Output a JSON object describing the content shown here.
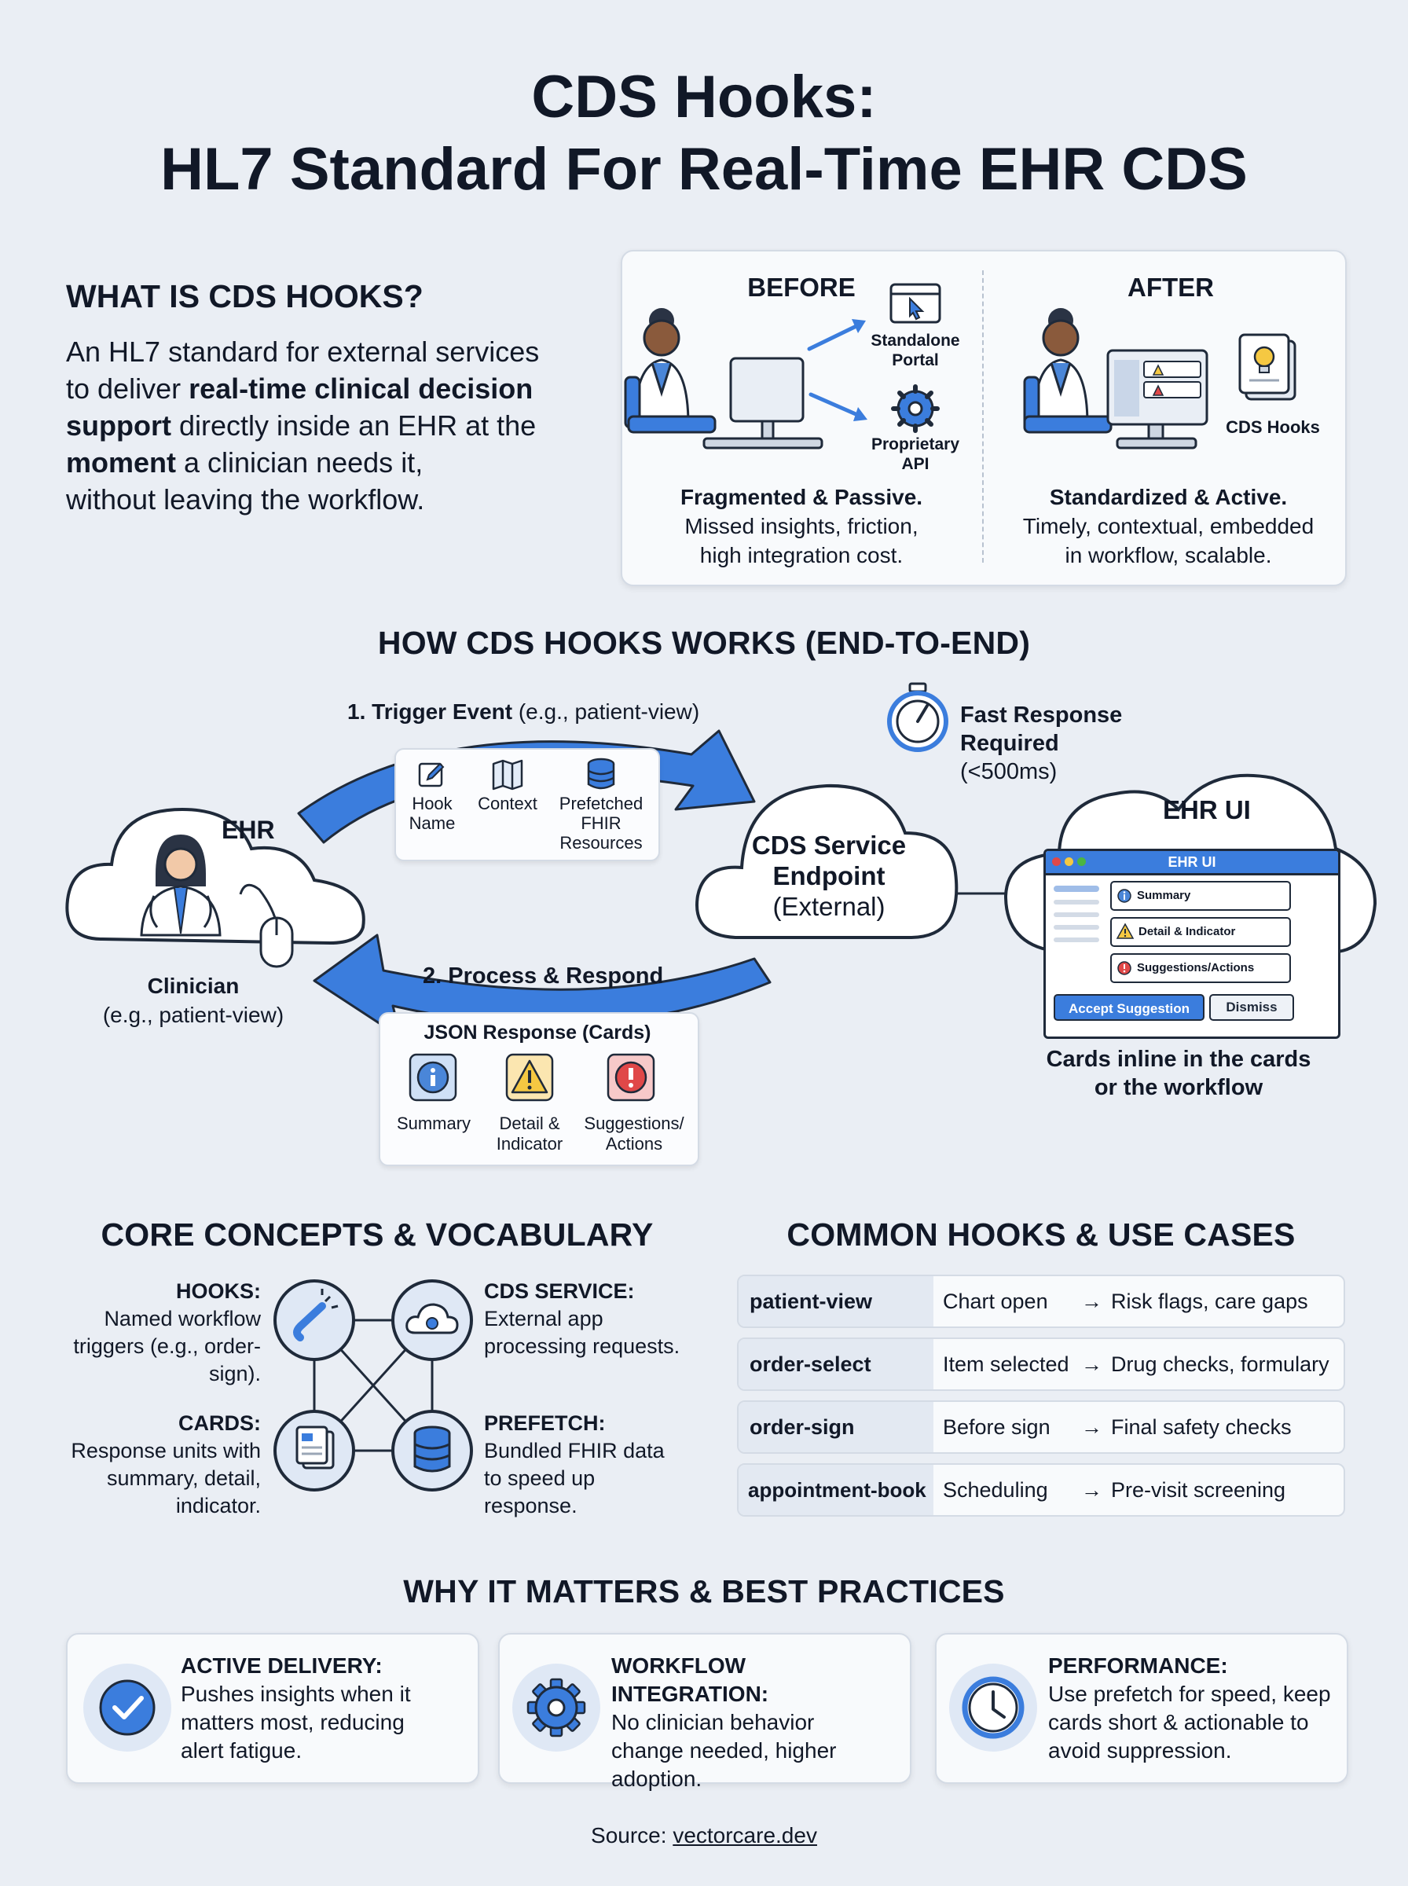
{
  "title": {
    "line1": "CDS Hooks:",
    "line2": "HL7 Standard For Real-Time EHR CDS"
  },
  "intro": {
    "heading": "WHAT IS CDS HOOKS?",
    "l1": "An HL7 standard for external services",
    "l2a": "to deliver ",
    "l2b": "real-time clinical decision",
    "l3a": "support",
    "l3b": " directly inside an EHR at the",
    "l4a": "moment",
    "l4b": " a clinician needs it,",
    "l5": "without leaving the workflow."
  },
  "compare": {
    "before": {
      "label": "BEFORE",
      "portal": [
        "Standalone",
        "Portal"
      ],
      "api": [
        "Proprietary",
        "API"
      ],
      "title": "Fragmented & Passive.",
      "d1": "Missed insights, friction,",
      "d2": "high integration cost."
    },
    "after": {
      "label": "AFTER",
      "cds": "CDS Hooks",
      "title": "Standardized & Active.",
      "d1": "Timely, contextual, embedded",
      "d2": "in workflow, scalable."
    }
  },
  "how": {
    "heading": "HOW CDS HOOKS WORKS (END-TO-END)",
    "trigger": {
      "bold": "1. Trigger Event",
      "rest": " (e.g., patient-view)"
    },
    "request_items": [
      {
        "l1": "Hook",
        "l2": "Name",
        "l3": "",
        "icon": "pencil-icon"
      },
      {
        "l1": "Context",
        "l2": "",
        "l3": "",
        "icon": "map-icon"
      },
      {
        "l1": "Prefetched",
        "l2": "FHIR",
        "l3": "Resources",
        "icon": "database-icon"
      }
    ],
    "fast": {
      "l1": "Fast Response",
      "l2": "Required",
      "l3": "(<500ms)"
    },
    "ehr": "EHR",
    "clinician": {
      "l1": "Clinician",
      "l2": "(e.g., patient-view)"
    },
    "service": {
      "l1": "CDS Service",
      "l2": "Endpoint",
      "l3": "(External)"
    },
    "process": "2. Process & Respond",
    "response": {
      "title": "JSON Response (Cards)",
      "items": [
        {
          "l1": "Summary",
          "l2": "",
          "icon": "info-icon",
          "color": "#4a86d8"
        },
        {
          "l1": "Detail &",
          "l2": "Indicator",
          "icon": "warning-icon",
          "color": "#f5c842"
        },
        {
          "l1": "Suggestions/",
          "l2": "Actions",
          "icon": "error-icon",
          "color": "#e04848"
        }
      ]
    },
    "ehr_ui": {
      "cloud_label": "EHR UI",
      "window_title": "EHR UI",
      "rows": [
        "Summary",
        "Detail & Indicator",
        "Suggestions/Actions"
      ],
      "accept": "Accept Suggestion",
      "dismiss": "Dismiss",
      "caption1": "Cards inline in the cards",
      "caption2": "or the workflow"
    }
  },
  "concepts": {
    "heading": "CORE CONCEPTS & VOCABULARY",
    "hooks": {
      "title": "HOOKS:",
      "l1": "Named workflow",
      "l2": "triggers (e.g., order-",
      "l3": "sign)."
    },
    "service": {
      "title": "CDS SERVICE:",
      "l1": "External app",
      "l2": "processing requests."
    },
    "cards": {
      "title": "CARDS:",
      "l1": "Response units with",
      "l2": "summary, detail,",
      "l3": "indicator."
    },
    "prefetch": {
      "title": "PREFETCH:",
      "l1": "Bundled FHIR data",
      "l2": "to speed up",
      "l3": "response."
    }
  },
  "hooks_table": {
    "heading": "COMMON HOOKS & USE CASES",
    "rows": [
      {
        "hook": "patient-view",
        "event": "Chart open",
        "arrow": "→",
        "result": "Risk flags, care gaps"
      },
      {
        "hook": "order-select",
        "event": "Item selected",
        "arrow": "→",
        "result": "Drug checks, formulary"
      },
      {
        "hook": "order-sign",
        "event": "Before sign",
        "arrow": "→",
        "result": "Final safety checks"
      },
      {
        "hook": "appointment-book",
        "event": "Scheduling",
        "arrow": "→",
        "result": "Pre-visit screening"
      }
    ]
  },
  "practices": {
    "heading": "WHY IT MATTERS & BEST PRACTICES",
    "items": [
      {
        "title": "ACTIVE DELIVERY:",
        "l1": "Pushes insights when it",
        "l2": "matters most, reducing",
        "l3": "alert fatigue.",
        "icon": "check-icon"
      },
      {
        "title": "WORKFLOW INTEGRATION:",
        "l1": "No clinician behavior",
        "l2": "change needed, higher",
        "l3": "adoption.",
        "icon": "gear-icon"
      },
      {
        "title": "PERFORMANCE:",
        "l1": "Use prefetch for speed, keep",
        "l2": "cards short & actionable to",
        "l3": "avoid suppression.",
        "icon": "clock-icon"
      }
    ]
  },
  "source": {
    "label": "Source: ",
    "link": "vectorcare.dev"
  },
  "colors": {
    "accent": "#3b7ddd",
    "ink": "#1f2a3a",
    "panel": "#f8fafc"
  }
}
